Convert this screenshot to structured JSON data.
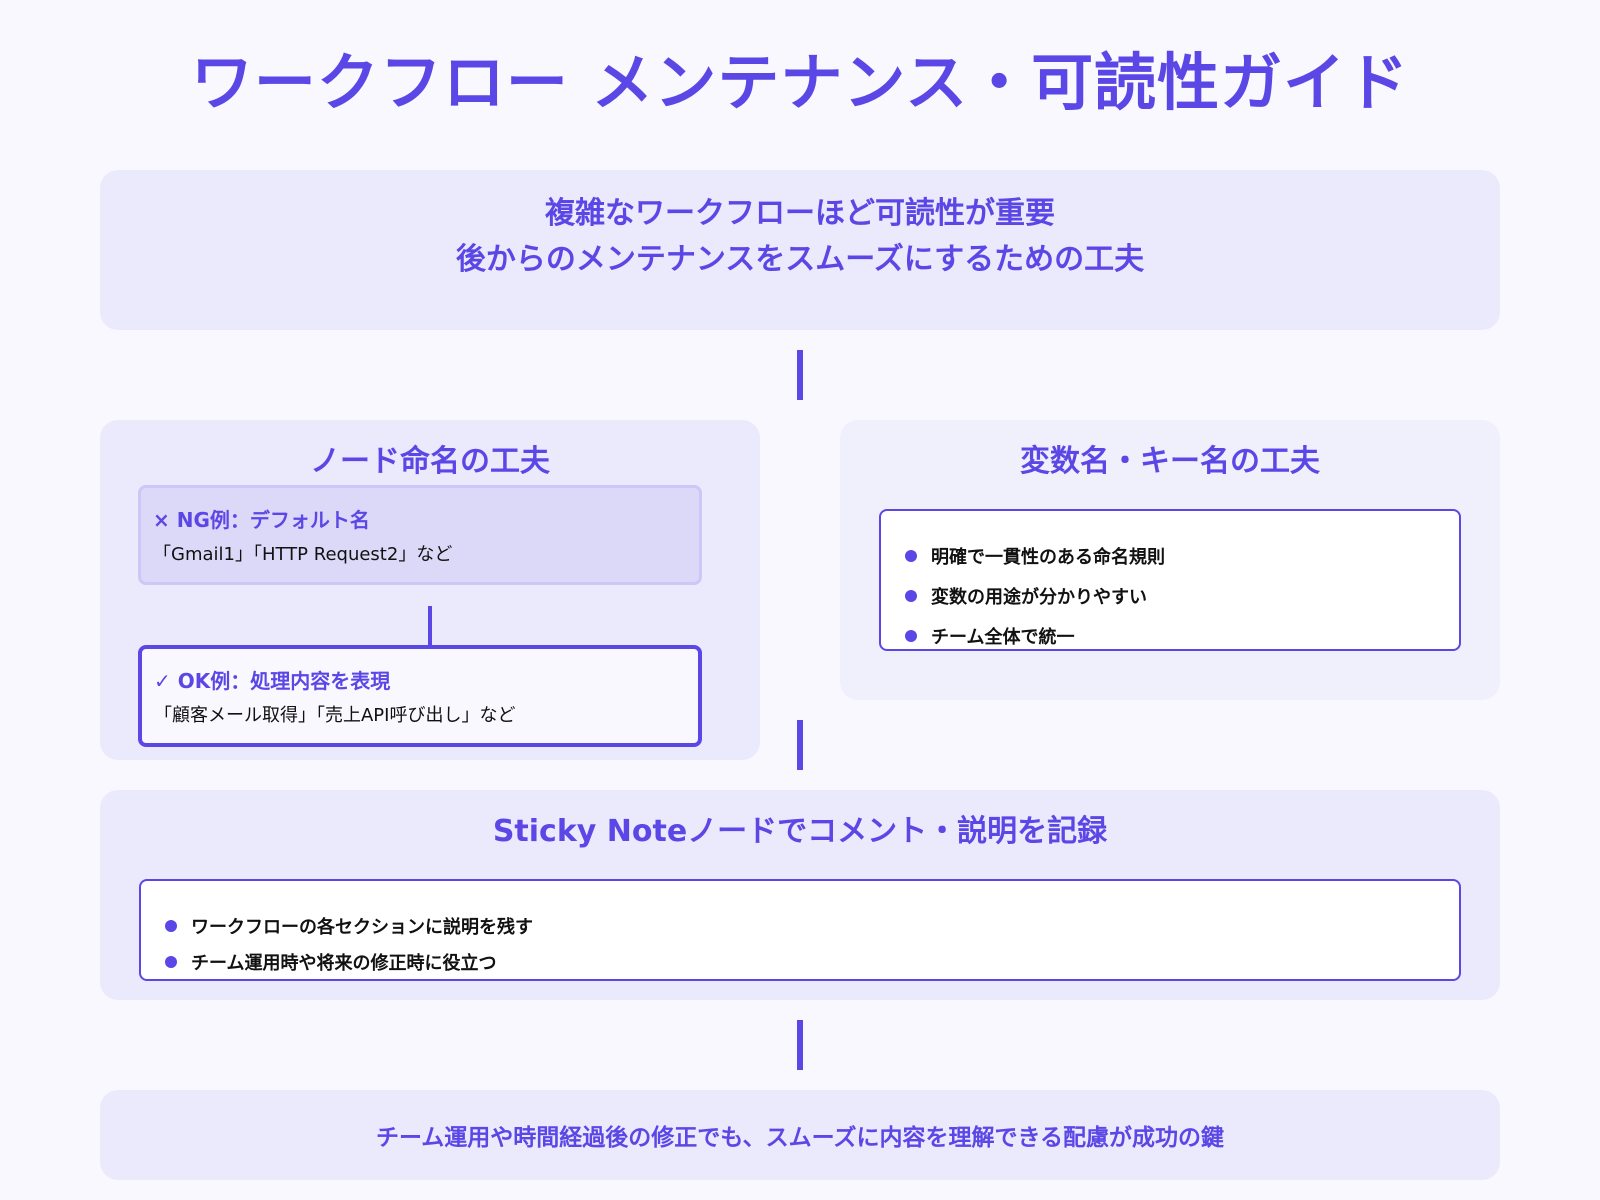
{
  "title": "ワークフロー メンテナンス・可読性ガイド",
  "intro": {
    "line1": "複雑なワークフローほど可読性が重要",
    "line2": "後からのメンテナンスをスムーズにするための工夫"
  },
  "node_naming": {
    "title": "ノード命名の工夫",
    "ng": {
      "icon": "×",
      "heading": "NG例：デフォルト名",
      "body": "「Gmail1」「HTTP Request2」など"
    },
    "ok": {
      "icon": "✓",
      "heading": "OK例：処理内容を表現",
      "body": "「顧客メール取得」「売上API呼び出し」など"
    }
  },
  "variable_naming": {
    "title": "変数名・キー名の工夫",
    "items": [
      "明確で一貫性のある命名規則",
      "変数の用途が分かりやすい",
      "チーム全体で統一"
    ]
  },
  "sticky_note": {
    "title": "Sticky Noteノードでコメント・説明を記録",
    "items": [
      "ワークフローの各セクションに説明を残す",
      "チーム運用時や将来の修正時に役立つ"
    ]
  },
  "conclusion": "チーム運用や時間経過後の修正でも、スムーズに内容を理解できる配慮が成功の鍵",
  "colors": {
    "accent": "#5b47e6",
    "background": "#f8f8fe",
    "card": "#ebe9fc",
    "ng_box": "#dcd8f8"
  }
}
